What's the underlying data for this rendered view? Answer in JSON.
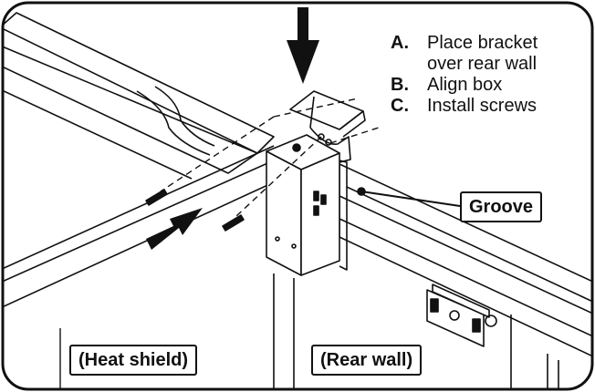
{
  "instructions": [
    {
      "letter": "A.",
      "lines": [
        "Place  bracket",
        "over rear wall"
      ]
    },
    {
      "letter": "B.",
      "lines": [
        "Align box"
      ]
    },
    {
      "letter": "C.",
      "lines": [
        "Install screws"
      ]
    }
  ],
  "callouts": {
    "groove": "Groove",
    "heat_shield": "(Heat shield)",
    "rear_wall": "(Rear wall)"
  },
  "colors": {
    "stroke": "#111111",
    "panel_fill": "#ffffff",
    "background": "#ffffff"
  }
}
